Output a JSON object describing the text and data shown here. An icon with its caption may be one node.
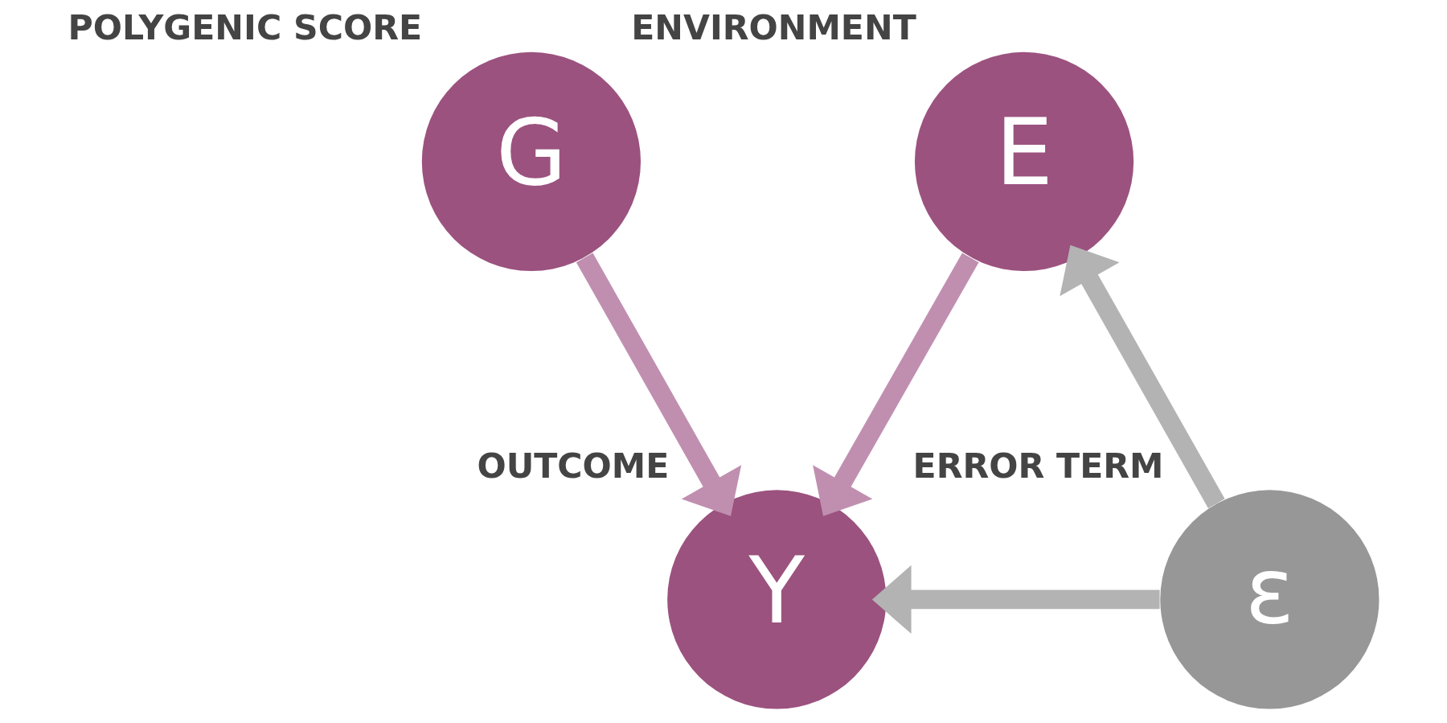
{
  "diagram": {
    "nodes": [
      {
        "text": [
          "G"
        ],
        "beside": [
          "POLYGENIC SCORE"
        ]
      },
      {
        "text": [
          "E"
        ],
        "beside": [
          "ENVIRONMENT"
        ]
      },
      {
        "text": [
          "Y"
        ],
        "beside": [
          "OUTCOME"
        ]
      },
      {
        "text": [
          "ε"
        ],
        "beside": [
          "ERROR TERM"
        ]
      }
    ],
    "edges": [
      {
        "from": 0,
        "to": 2,
        "arrow": "to",
        "color": "#c08fb0"
      },
      {
        "from": 1,
        "to": 2,
        "arrow": "to",
        "color": "#c08fb0"
      },
      {
        "from": 3,
        "to": 1,
        "arrow": "to",
        "color": "#b3b3b3"
      },
      {
        "from": 3,
        "to": 2,
        "arrow": "to",
        "color": "#b3b3b3"
      }
    ]
  }
}
